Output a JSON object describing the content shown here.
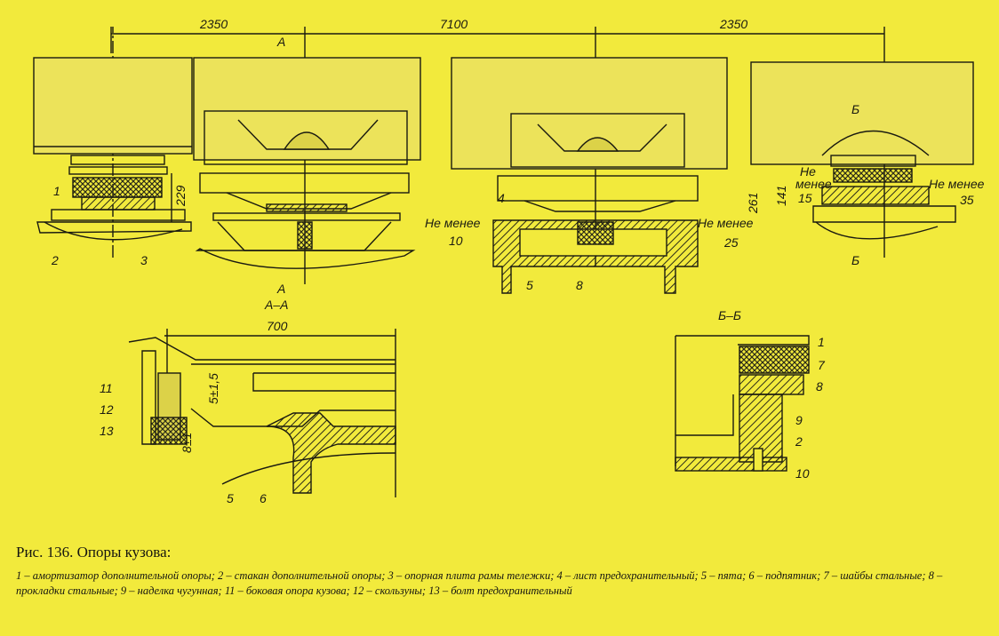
{
  "dimensions_top": [
    "2350",
    "7100",
    "2350"
  ],
  "section_marks": {
    "a": "А",
    "b": "Б",
    "aa": "А–А",
    "bb": "Б–Б"
  },
  "labels_top": {
    "ne_menee": "Не менее",
    "ne": "Не",
    "menee": "менее",
    "v10": "10",
    "v25": "25",
    "v15": "15",
    "v35": "35",
    "h229": "229",
    "h261": "261",
    "h141": "141",
    "n1": "1",
    "n2": "2",
    "n3": "3",
    "n4": "4",
    "n5": "5",
    "n8": "8"
  },
  "labels_aa": {
    "width": "700",
    "gap": "5±1,5",
    "h17": "8±1",
    "n11": "11",
    "n12": "12",
    "n13": "13",
    "n5": "5",
    "n6": "6"
  },
  "labels_bb": {
    "n1": "1",
    "n7": "7",
    "n8": "8",
    "n9": "9",
    "n2": "2",
    "n10": "10"
  },
  "caption": {
    "title": "Рис. 136. Опоры кузова:",
    "items": [
      "1 – амортизатор дополнительной опоры;",
      "2 – стакан дополнительной опоры;",
      "3 – опорная плита рамы тележки;",
      "4 – лист предохранительный;",
      "5 – пята;",
      "6 – подпятник;",
      "7 – шайбы стальные;",
      "8 – прокладки стальные;",
      "9 – наделка чугунная;",
      "11 – боковая опора кузова;",
      "12 – скользуны;",
      "13 – болт предохранительный"
    ]
  },
  "colors": {
    "paper": "#f2ea3c",
    "ink": "#1a1a10",
    "shade": "#d8cf4a"
  }
}
